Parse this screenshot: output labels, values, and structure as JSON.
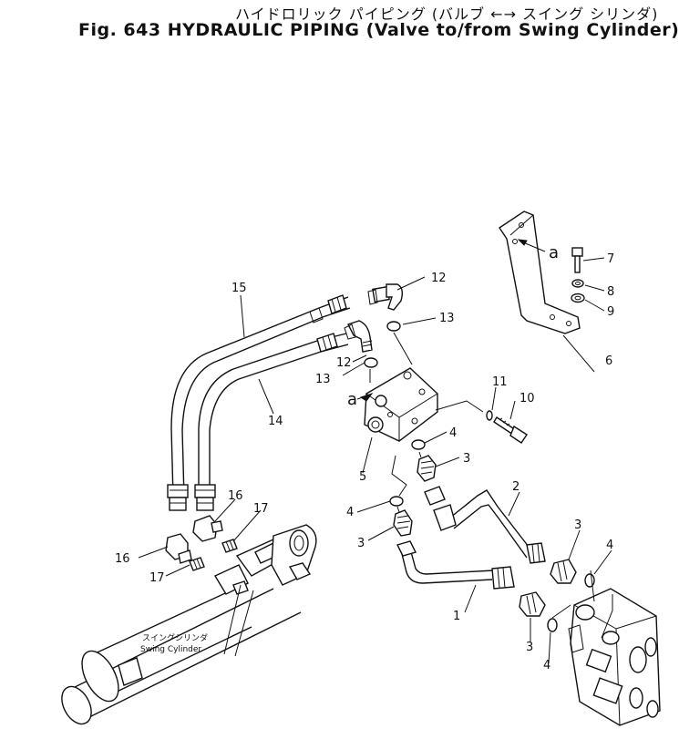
{
  "title": {
    "japanese": "ハイドロリック パイピング (バルブ ←→ スイング シリンダ)",
    "english": "Fig. 643 HYDRAULIC PIPING (Valve to/from Swing Cylinder)"
  },
  "callouts": [
    "1",
    "2",
    "3",
    "4",
    "5",
    "6",
    "7",
    "8",
    "9",
    "10",
    "11",
    "12",
    "13",
    "14",
    "15",
    "16",
    "17"
  ],
  "labels": {
    "detail_letter": "a",
    "cylinder_jp": "スイングシリンダ",
    "cylinder_en": "Swing Cylinder"
  }
}
